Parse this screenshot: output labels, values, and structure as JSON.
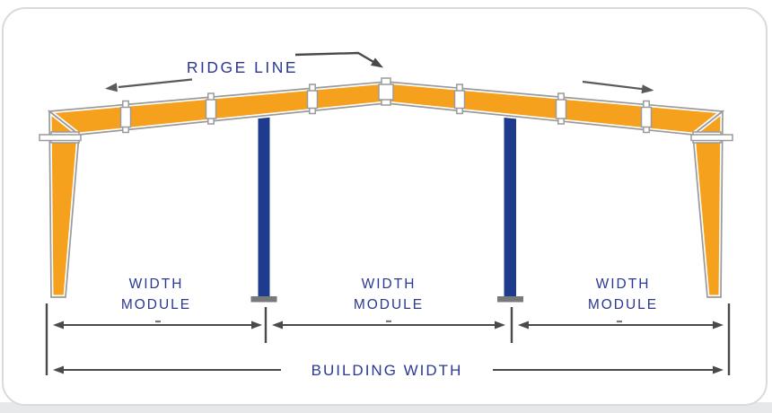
{
  "labels": {
    "ridge_line": "RIDGE LINE",
    "building_width": "BUILDING WIDTH"
  },
  "modules": [
    {
      "line1": "WIDTH",
      "line2": "MODULE"
    },
    {
      "line1": "WIDTH",
      "line2": "MODULE"
    },
    {
      "line1": "WIDTH",
      "line2": "MODULE"
    }
  ],
  "colors": {
    "frame_orange": "#F6A11D",
    "interior_column_blue": "#1E3B8D",
    "label_navy": "#2B3990",
    "member_outline_gray": "#9A9A9A",
    "dimension_gray": "#4A4A4B",
    "base_plate_gray": "#77797C",
    "card_border_gray": "#D9DADC",
    "bottom_strip_gray": "#E7E8EA"
  },
  "icons": {
    "ridge_pointer_arrow": "bent-arrow-down-right",
    "left_slope_arrow": "arrow-pointing-down-left-along-roof",
    "right_slope_arrow": "arrow-pointing-down-right-along-roof",
    "dimension_arrows": "double-headed-horizontal-arrows"
  }
}
